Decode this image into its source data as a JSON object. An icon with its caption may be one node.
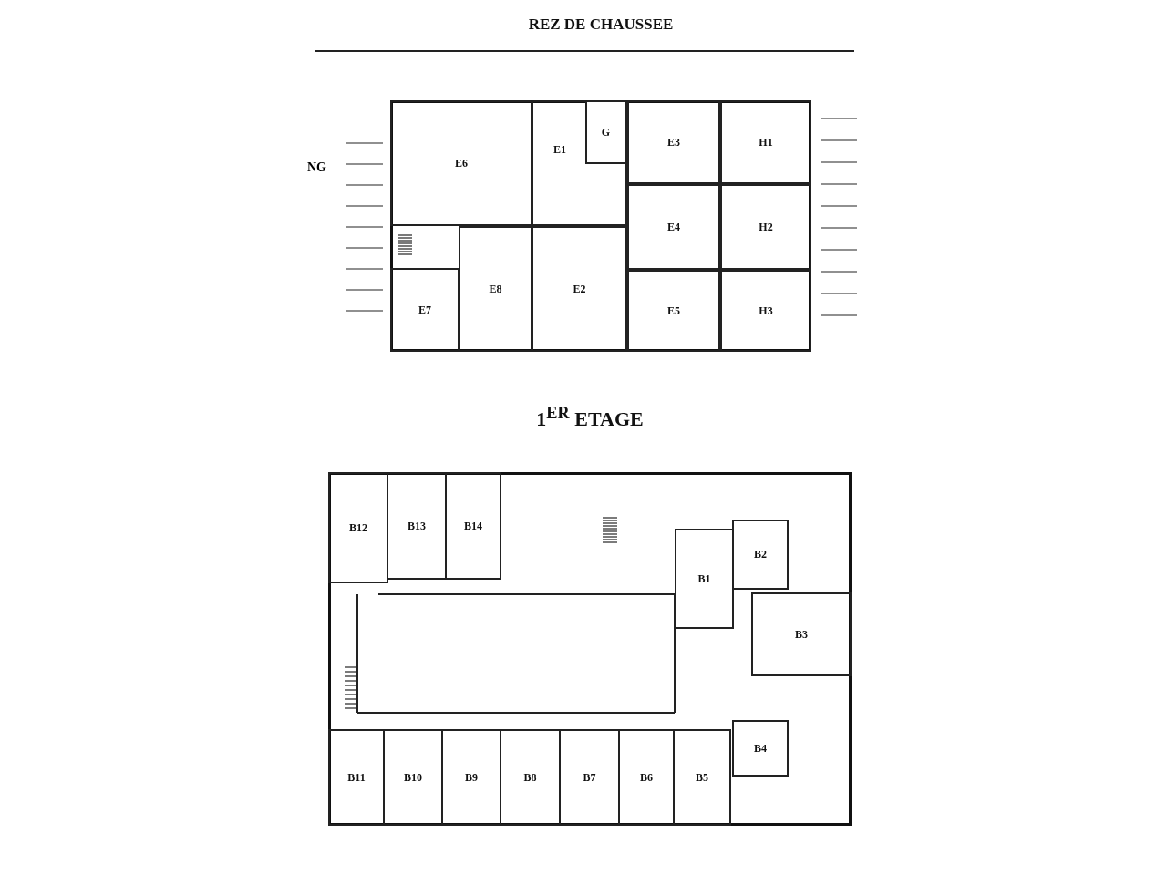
{
  "diagram": {
    "nodes": [
      {
        "text": [
          "REZ DE CHAUSSEE"
        ]
      },
      {
        "text": [
          "E6"
        ],
        "in": 0
      },
      {
        "text": [
          "E1"
        ],
        "in": 0
      },
      {
        "text": [
          "G"
        ],
        "in": 2
      },
      {
        "text": [
          "E3"
        ],
        "in": 0
      },
      {
        "text": [
          "H1"
        ],
        "in": 0
      },
      {
        "text": [
          "E4"
        ],
        "in": 0
      },
      {
        "text": [
          "H2"
        ],
        "in": 0
      },
      {
        "text": [
          "E2"
        ],
        "in": 0
      },
      {
        "text": [
          "E7"
        ],
        "in": 0
      },
      {
        "text": [
          "E8"
        ],
        "in": 0
      },
      {
        "text": [
          "E5"
        ],
        "in": 0
      },
      {
        "text": [
          "H3"
        ],
        "in": 0
      },
      {
        "text": [
          "1$^{ER}$ ETAGE"
        ]
      },
      {
        "text": [
          "B12"
        ],
        "in": 13
      },
      {
        "text": [
          "B13"
        ],
        "in": 13
      },
      {
        "text": [
          "B14"
        ],
        "in": 13
      },
      {
        "text": [
          "B1"
        ],
        "in": 13
      },
      {
        "text": [
          "B2"
        ],
        "in": 13
      },
      {
        "text": [
          "B3"
        ],
        "in": 13
      },
      {
        "text": [
          "B4"
        ],
        "in": 13
      },
      {
        "text": [
          "B11"
        ],
        "in": 13
      },
      {
        "text": [
          "B10"
        ],
        "in": 13
      },
      {
        "text": [
          "B9"
        ],
        "in": 13
      },
      {
        "text": [
          "B8"
        ],
        "in": 13
      },
      {
        "text": [
          "B7"
        ],
        "in": 13
      },
      {
        "text": [
          "B6"
        ],
        "in": 13
      },
      {
        "text": [
          "B5"
        ],
        "in": 13
      }
    ],
    "edges": [],
    "labels": [
      "NG"
    ]
  }
}
